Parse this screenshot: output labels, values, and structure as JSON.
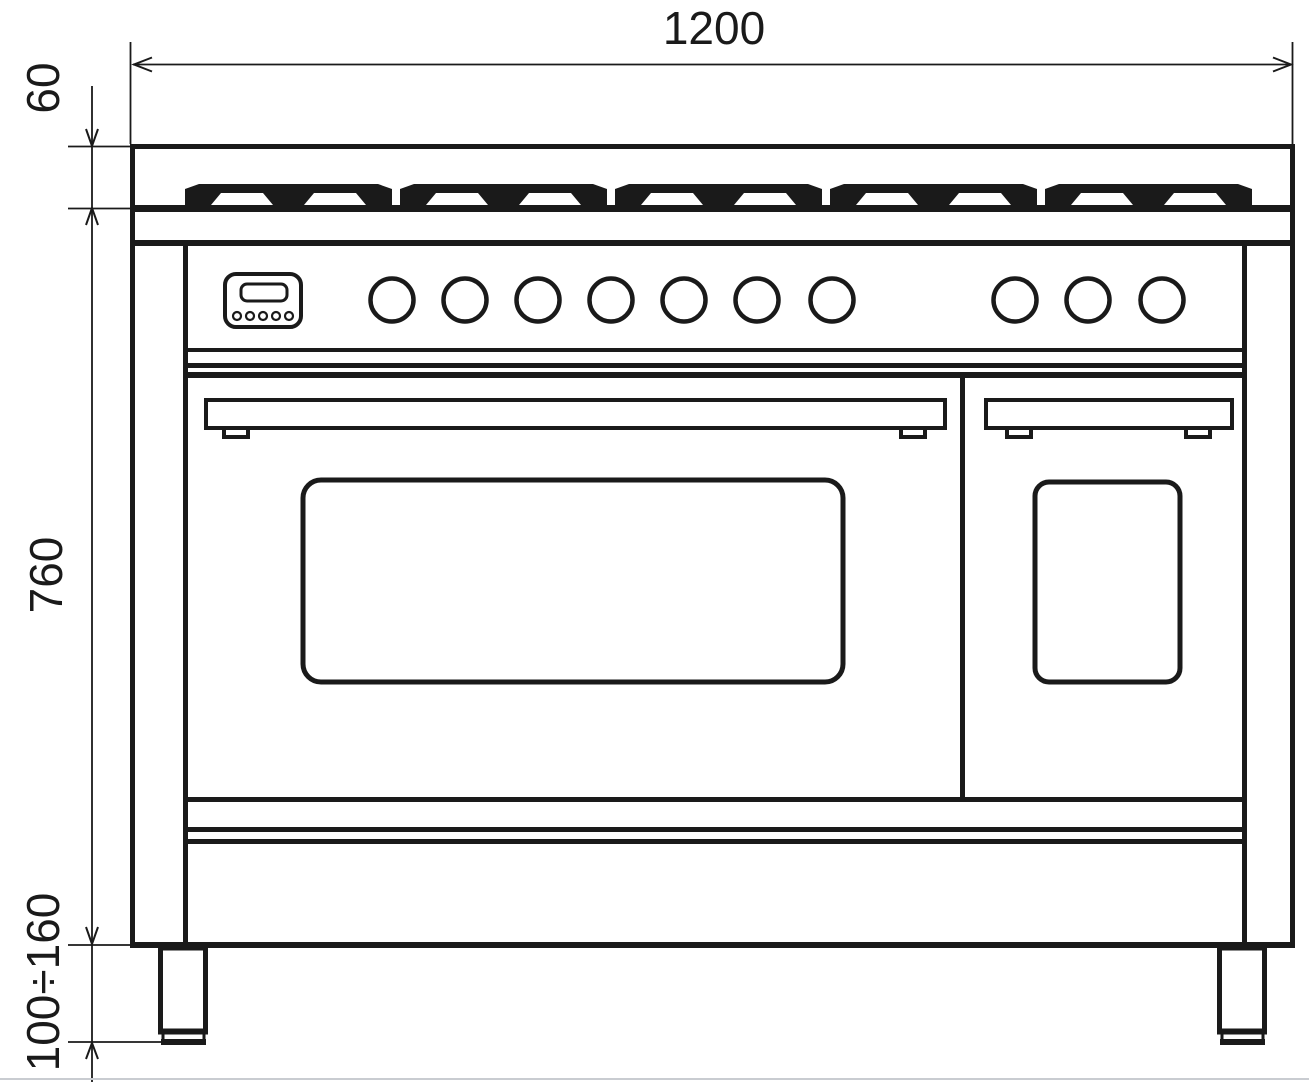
{
  "figure": {
    "type": "technical dimension drawing",
    "subject": "range cooker front elevation"
  },
  "dimensions": {
    "overall_width": "1200",
    "hob_section_height": "60",
    "body_height": "760",
    "leg_height_range": "100÷160"
  },
  "colors": {
    "line": "#1a1a1a",
    "background": "#ffffff",
    "page_edge": "#c9ccd1"
  }
}
